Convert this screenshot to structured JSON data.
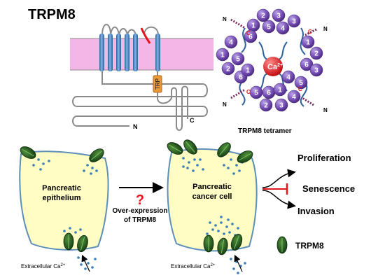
{
  "title": "TRPM8",
  "colors": {
    "membrane": "#f4b6e6",
    "membrane_line": "#8a8a8a",
    "helix": "#4f86c6",
    "helix_dark": "#2d5f9a",
    "red_loop": "#e8141b",
    "trp_box": "#e89a3a",
    "purple": "#6a3fa0",
    "purple_light": "#9a7fd0",
    "cell_fill": "#fffcc4",
    "cell_stroke": "#5d8fb8",
    "channel": "#1f5a1f",
    "dot": "#3a7fb6",
    "inhibit_red": "#e8141b"
  },
  "topology": {
    "trp_label": "TRP",
    "n_label": "N",
    "c_label": "C"
  },
  "tetramer": {
    "caption": "TRPM8 tetramer",
    "center_label": "Ca",
    "center_sup": "2+",
    "subunit_numbers": [
      "1",
      "2",
      "3",
      "4",
      "5",
      "6"
    ],
    "n_label": "N",
    "c_label": "C"
  },
  "cells": {
    "left_label": [
      "Pancreatic",
      "epithelium"
    ],
    "right_label": [
      "Pancreatic",
      "cancer cell"
    ],
    "question": "?",
    "arrow_label": [
      "Over-expression",
      "of TRPM8"
    ],
    "extracellular_left": "Extracellular Ca",
    "extracellular_right": "Extracellular Ca",
    "sup": "2+"
  },
  "outcomes": {
    "proliferation": "Proliferation",
    "senescence": "Senescence",
    "invasion": "Invasion"
  },
  "legend": {
    "label": "TRPM8"
  }
}
